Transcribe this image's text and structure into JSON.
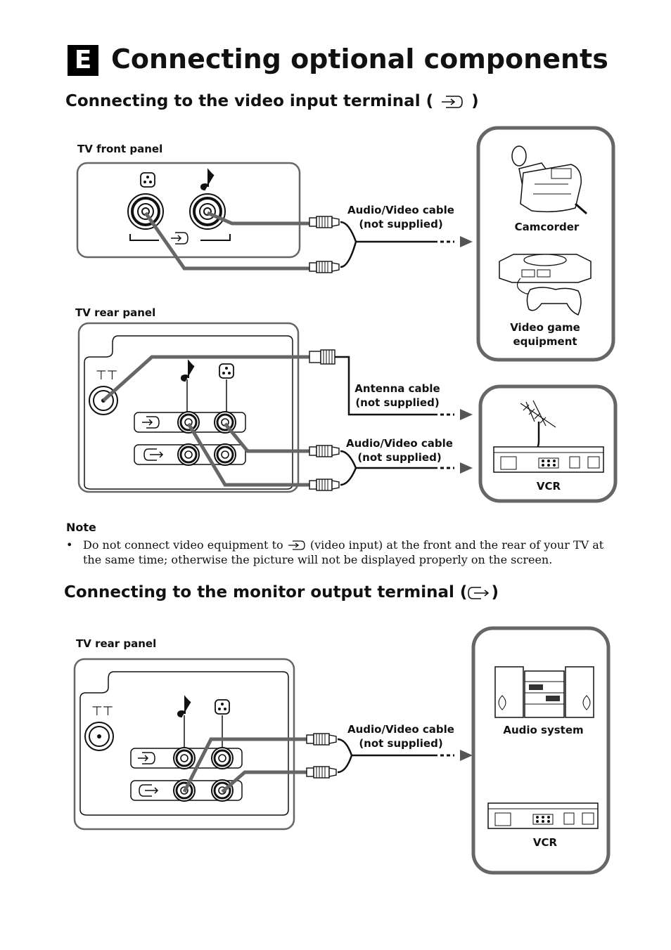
{
  "header": {
    "section_letter": "E",
    "title": "Connecting optional components"
  },
  "section1": {
    "heading_before": "Connecting to the video input terminal (",
    "heading_after": ")",
    "heading_icon": "video-input-icon",
    "front_panel_label": "TV front panel",
    "rear_panel_label": "TV rear panel",
    "cable_top": [
      "Audio/Video cable",
      "(not supplied)"
    ],
    "antenna_cable": [
      "Antenna cable",
      "(not supplied)"
    ],
    "cable_rear": [
      "Audio/Video cable",
      "(not supplied)"
    ],
    "devices_top": [
      {
        "label": "Camcorder",
        "icon": "camcorder-icon"
      },
      {
        "label_lines": [
          "Video game",
          "equipment"
        ],
        "icon": "game-console-icon"
      }
    ],
    "device_rear": {
      "label": "VCR",
      "icon": "vcr-icon"
    }
  },
  "note": {
    "title": "Note",
    "bullet": "•",
    "text_before": "Do not connect video equipment to",
    "text_after": "(video input) at the front and the rear of your TV at the same time; otherwise the picture will not be displayed properly on the screen.",
    "icon": "video-input-icon"
  },
  "section2": {
    "heading_before": "Connecting to the monitor output terminal (",
    "heading_after": ")",
    "heading_icon": "monitor-output-icon",
    "rear_panel_label": "TV rear panel",
    "cable": [
      "Audio/Video cable",
      "(not supplied)"
    ],
    "devices": [
      {
        "label": "Audio system",
        "icon": "audio-system-icon"
      },
      {
        "label": "VCR",
        "icon": "vcr-icon"
      }
    ]
  }
}
